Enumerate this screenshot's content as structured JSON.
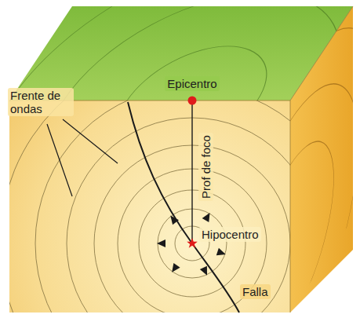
{
  "diagram": {
    "labels": [
      "Epicentro",
      "Frente de ondas",
      "Prof de foco",
      "Hipocentro",
      "Falla"
    ]
  }
}
